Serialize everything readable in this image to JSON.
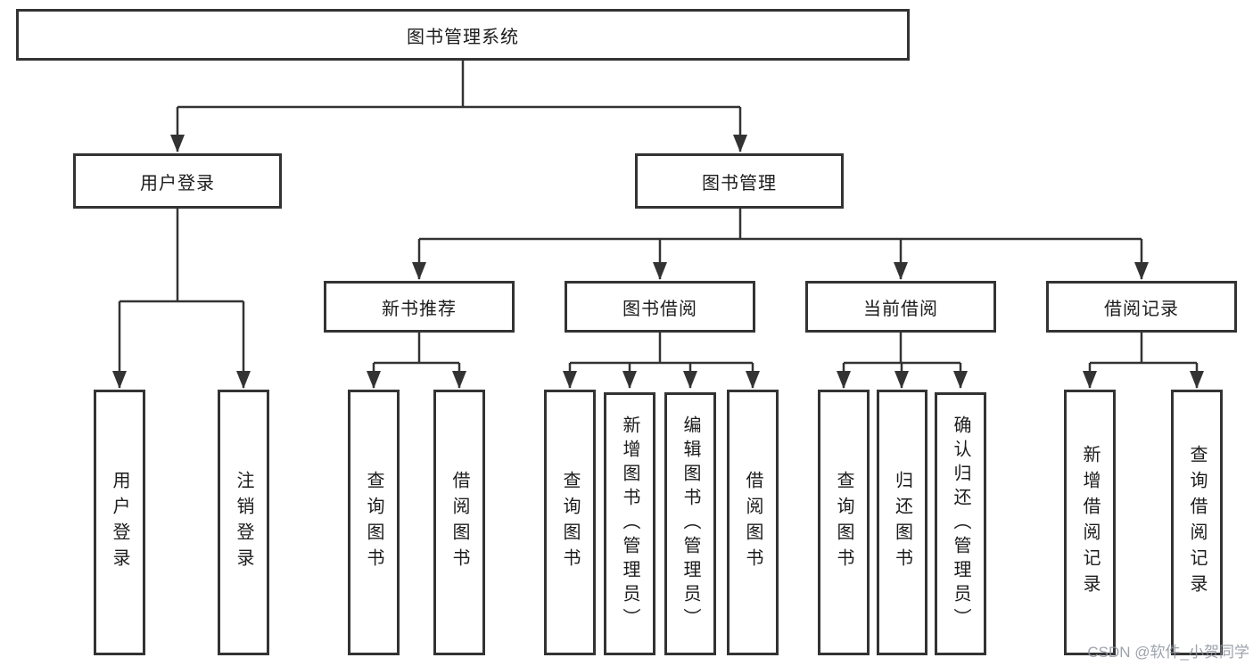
{
  "diagram": {
    "type": "hierarchy-tree",
    "colors": {
      "line": "#333333",
      "border": "#333333",
      "text": "#1c1c1c",
      "box_background": "#ffffff",
      "watermark": "#8d939e"
    },
    "nodes": {
      "root": "图书管理系统",
      "user_login": "用户登录",
      "book_management": "图书管理",
      "new_book_recommend": "新书推荐",
      "book_borrow": "图书借阅",
      "current_borrow": "当前借阅",
      "borrow_records": "借阅记录"
    },
    "leaves": [
      {
        "label": "用户登录"
      },
      {
        "label": "注销登录"
      },
      {
        "label": "查询图书"
      },
      {
        "label": "借阅图书"
      },
      {
        "label": "查询图书"
      },
      {
        "label": "新增图书（管理员）"
      },
      {
        "label": "编辑图书（管理员）"
      },
      {
        "label": "借阅图书"
      },
      {
        "label": "查询图书"
      },
      {
        "label": "归还图书"
      },
      {
        "label": "确认归还（管理员）"
      },
      {
        "label": "新增借阅记录"
      },
      {
        "label": "查询借阅记录"
      }
    ],
    "watermark": "CSDN @软件_小贺同学"
  }
}
